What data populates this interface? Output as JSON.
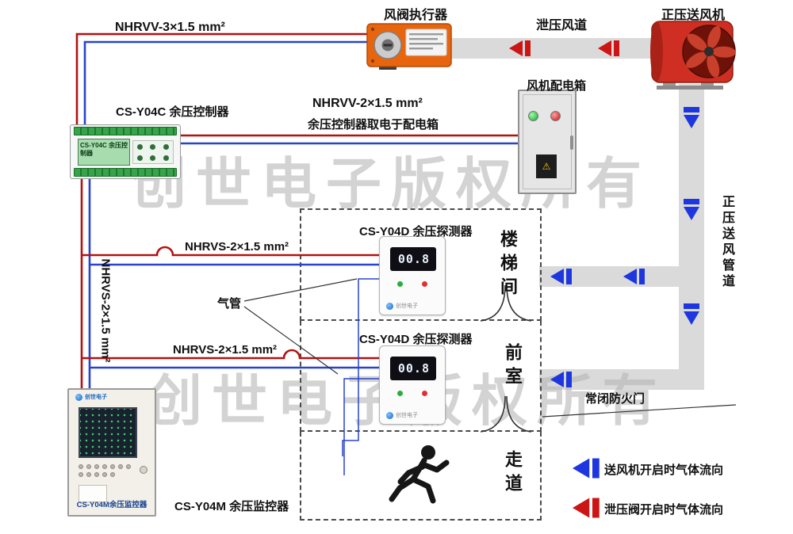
{
  "watermark": "创世电子版权所有",
  "labels": {
    "actuator": "风阀执行器",
    "relief_duct": "泄压风道",
    "fan": "正压送风机",
    "controller": "CS-Y04C 余压控制器",
    "power_note": "余压控制器取电于配电箱",
    "dist_box": "风机配电箱",
    "detector1": "CS-Y04D 余压探测器",
    "detector2": "CS-Y04D 余压探测器",
    "air_tube": "气管",
    "fire_door": "常闭防火门",
    "supply_duct": "正压送风管道",
    "monitor": "CS-Y04M 余压监控器",
    "room_stair": "楼梯间",
    "room_front": "前室",
    "room_corridor": "走道"
  },
  "cables": {
    "actuator_cable": "NHRVV-3×1.5 mm²",
    "power_cable": "NHRVV-2×1.5 mm²",
    "detector1_cable": "NHRVS-2×1.5 mm²",
    "detector2_cable": "NHRVS-2×1.5 mm²",
    "riser_cable": "NHRVS-2×1.5 mm²"
  },
  "devices": {
    "controller_screen": "CS-Y04C 余压控制器",
    "detector1_value": "00.8",
    "detector2_value": "00.8",
    "brand": "创世电子",
    "monitor_nameplate": "CS-Y04M余压监控器"
  },
  "legend": {
    "supply_flow": "送风机开启时气体流向",
    "relief_flow": "泄压阀开启时气体流向"
  },
  "icons": {
    "warning_sign": "⚠"
  },
  "colors": {
    "wire_red": "#b31212",
    "wire_blue": "#2844cc",
    "duct": "#dadada",
    "arrow_blue": "#1e36df",
    "arrow_red": "#cc1515",
    "fan_red": "#cf2f22",
    "actuator_orange": "#e8650f",
    "led_green": "#27ae3b",
    "led_red": "#e03131",
    "monitor_text": "#16418f",
    "watermark": "#b5b5b5"
  }
}
